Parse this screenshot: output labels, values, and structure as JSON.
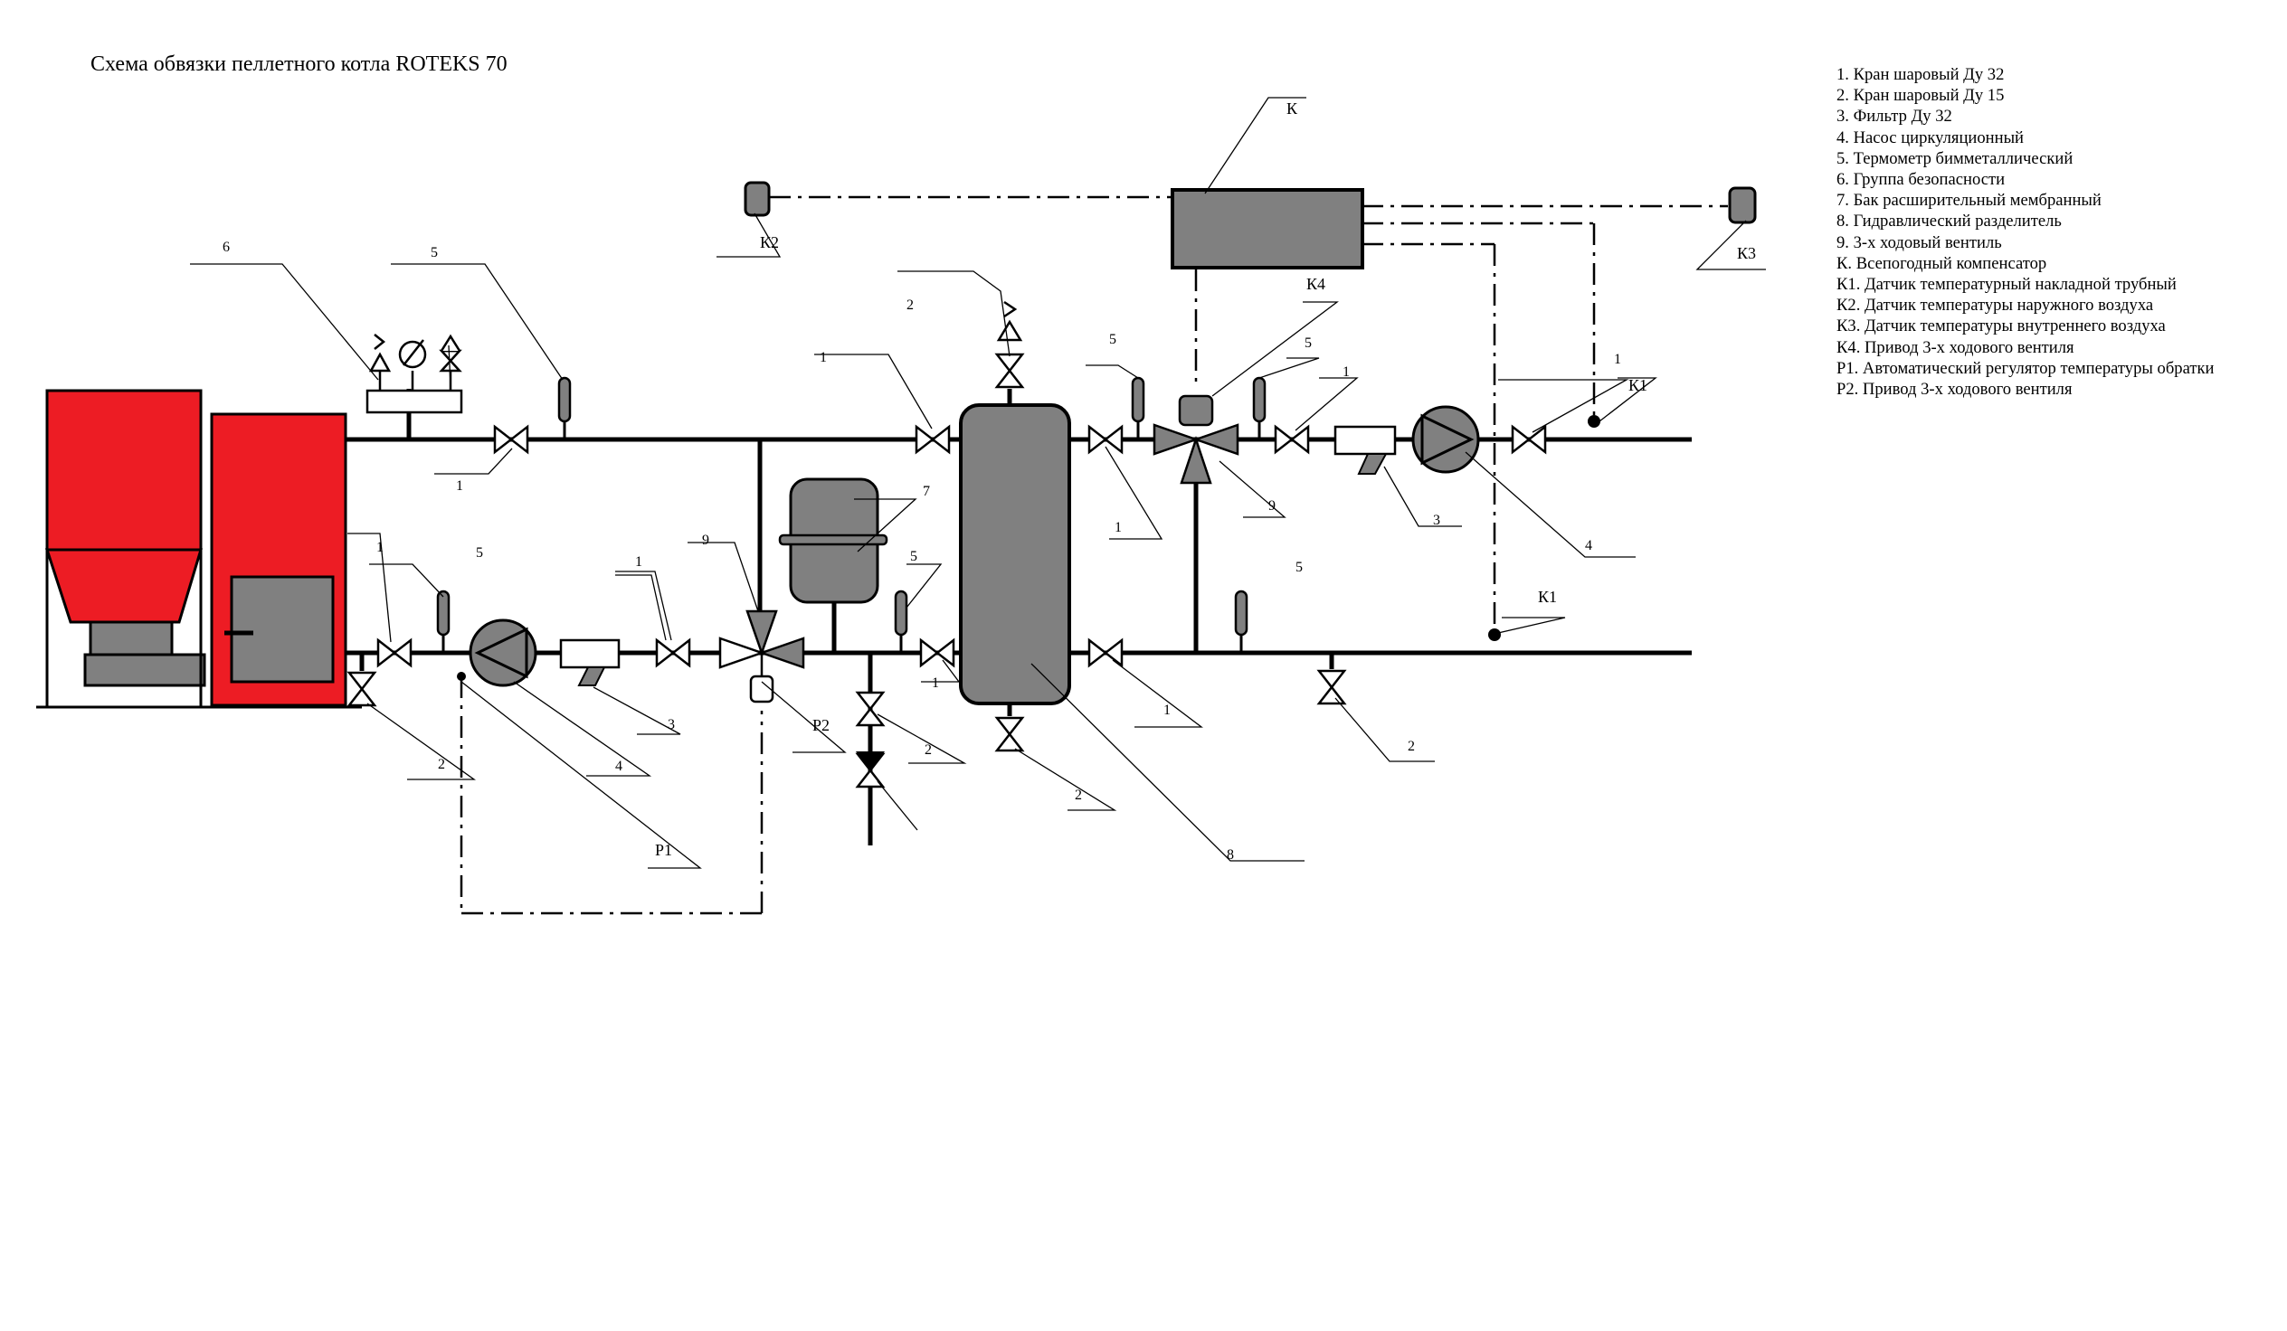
{
  "title": "Схема обвязки пеллетного котла ROTEKS 70",
  "legend": [
    "1. Кран шаровый Ду 32",
    "2. Кран шаровый Ду 15",
    "3. Фильтр Ду 32",
    "4. Насос циркуляционный",
    "5. Термометр бимметаллический",
    "6. Группа безопасности",
    "7. Бак расширительный мембранный",
    "8. Гидравлический разделитель",
    "9. 3-х ходовый вентиль",
    "К. Всепогодный компенсатор",
    "К1. Датчик температурный накладной трубный",
    "К2. Датчик температуры наружного воздуха",
    "К3. Датчик температуры внутреннего воздуха",
    "К4. Привод 3-х ходового вентиля",
    "Р1. Автоматический регулятор температуры обратки",
    "Р2. Привод 3-х ходового вентиля"
  ],
  "labels": {
    "n1": "1",
    "n2": "2",
    "n3": "3",
    "n4": "4",
    "n5": "5",
    "n6": "6",
    "n7": "7",
    "n8": "8",
    "n9": "9",
    "K": "К",
    "K1": "К1",
    "K2": "К2",
    "K3": "К3",
    "K4": "К4",
    "P1": "Р1",
    "P2": "Р2"
  },
  "colors": {
    "boiler": "#ed1c24",
    "equipment": "#808080",
    "line": "#000000"
  }
}
